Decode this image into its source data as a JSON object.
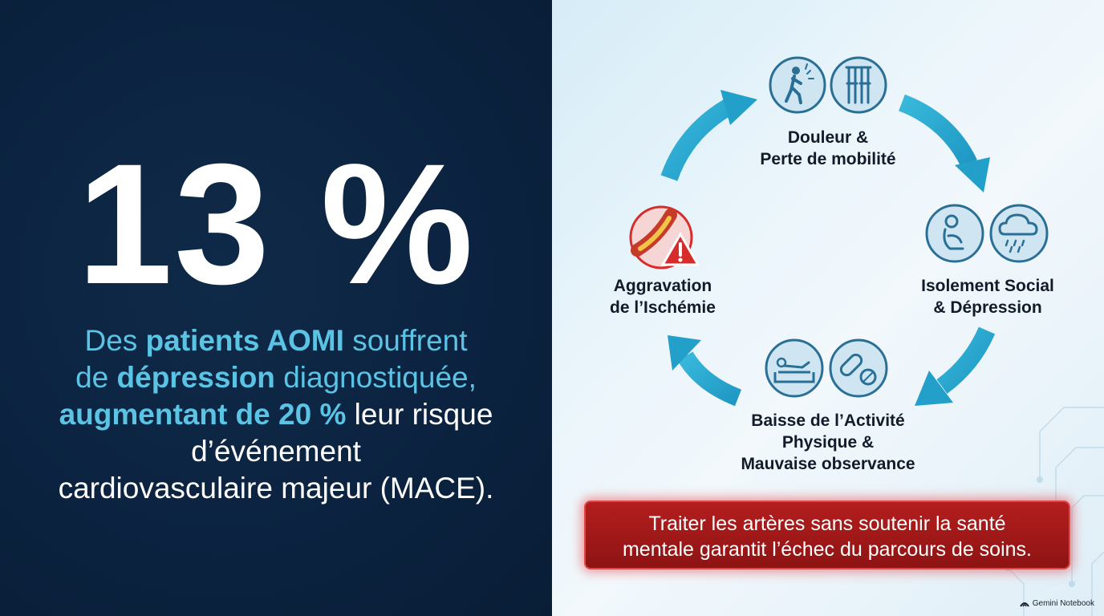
{
  "stat": {
    "value": "13 %",
    "line1_a": "Des ",
    "line1_b": "patients AOMI",
    "line1_c": " souffrent",
    "line2_a": "de ",
    "line2_b": "dépression",
    "line2_c": " diagnostiquée,",
    "line3_a": "augmentant de 20 %",
    "line3_b": " leur risque",
    "line4": "d’événement",
    "line5": "cardiovasculaire majeur (MACE)."
  },
  "cycle": {
    "nodes": [
      {
        "id": "pain",
        "lines": [
          "Douleur &",
          "Perte de mobilité"
        ],
        "icons": [
          "limping-person-icon",
          "crutches-icon"
        ]
      },
      {
        "id": "isolation",
        "lines": [
          "Isolement Social",
          "& Dépression"
        ],
        "icons": [
          "sad-person-icon",
          "rain-cloud-icon"
        ]
      },
      {
        "id": "activity",
        "lines": [
          "Baisse de l’Activité",
          "Physique &",
          "Mauvaise observance"
        ],
        "icons": [
          "person-on-couch-icon",
          "pills-icon"
        ]
      },
      {
        "id": "ischemia",
        "lines": [
          "Aggravation",
          "de l’Ischémie"
        ],
        "icons": [
          "artery-warning-icon"
        ]
      }
    ],
    "arrow_color": "#29a9cf",
    "icon_color": "#2a6f96",
    "danger_color": "#d62c2c"
  },
  "callout": {
    "line1": "Traiter les artères sans soutenir la santé",
    "line2": "mentale garantit l’échec du parcours de soins."
  },
  "watermark": "Gemini Notebook"
}
